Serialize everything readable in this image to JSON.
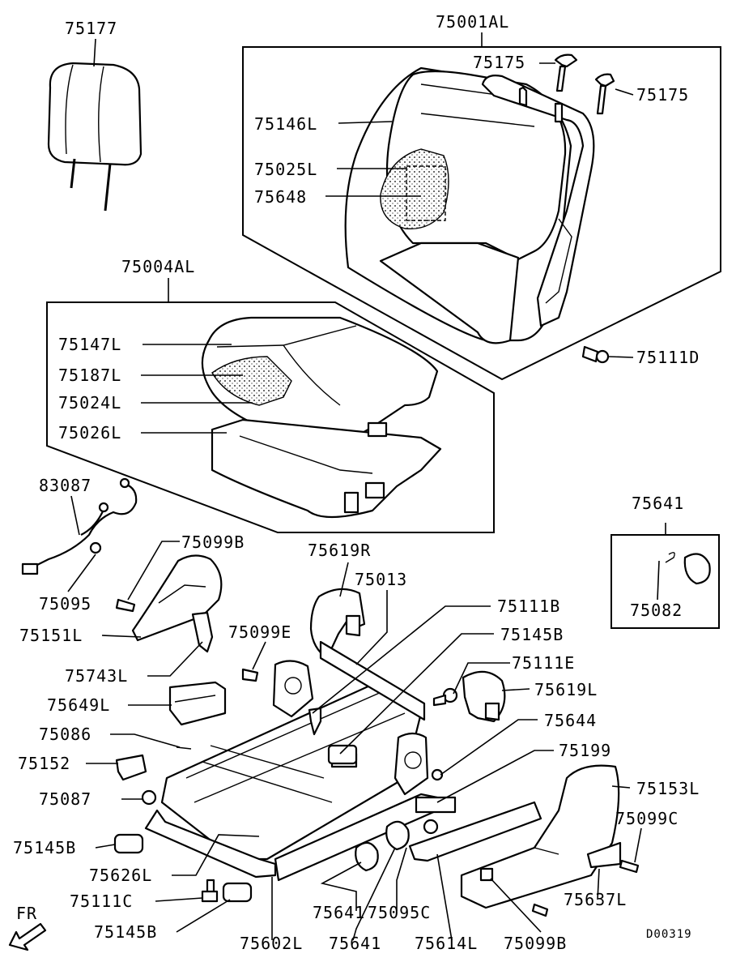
{
  "diagram": {
    "code": "D00319",
    "direction_label": "FR",
    "labels": [
      "75177",
      "75001AL",
      "75175",
      "75175",
      "75146L",
      "75025L",
      "75648",
      "75111D",
      "75004AL",
      "75147L",
      "75187L",
      "75024L",
      "75026L",
      "83087",
      "75095",
      "75099B",
      "75151L",
      "75743L",
      "75619R",
      "75013",
      "75099E",
      "75111B",
      "75145B",
      "75111E",
      "75619L",
      "75649L",
      "75644",
      "75086",
      "75199",
      "75152",
      "75153L",
      "75087",
      "75099C",
      "75145B",
      "75626L",
      "75637L",
      "75111C",
      "75641",
      "75095C",
      "75145B",
      "75641",
      "75602L",
      "75614L",
      "75099B",
      "75641",
      "75082"
    ]
  }
}
